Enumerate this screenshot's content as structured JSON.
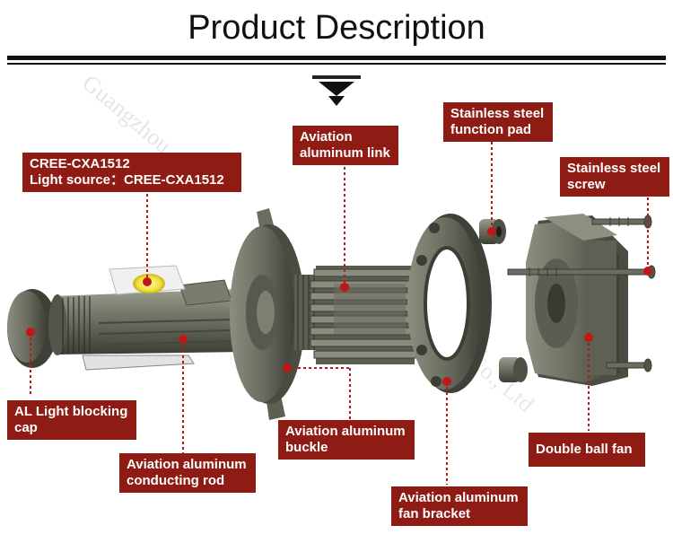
{
  "title": "Product Description",
  "watermark": "Guangzhou ... Technology Co., Ltd",
  "colors": {
    "callout_bg": "#8e1b14",
    "leader": "#b21b1b",
    "metal": "#6f7264",
    "title": "#111111"
  },
  "callouts": {
    "light_source": {
      "line1": "CREE-CXA1512",
      "line2": "Light source：CREE-CXA1512"
    },
    "aluminum_link": {
      "line1": "Aviation",
      "line2": "aluminum link"
    },
    "function_pad": {
      "line1": "Stainless steel",
      "line2": "function pad"
    },
    "steel_screw": {
      "line1": "Stainless steel",
      "line2": "screw"
    },
    "blocking_cap": {
      "line1": "AL Light blocking",
      "line2": "cap"
    },
    "conducting_rod": {
      "line1": "Aviation aluminum",
      "line2": "conducting rod"
    },
    "aluminum_buckle": {
      "line1": "Aviation aluminum",
      "line2": "buckle"
    },
    "double_ball_fan": {
      "line1": "Double ball fan"
    },
    "fan_bracket": {
      "line1": "Aviation aluminum",
      "line2": "fan bracket"
    }
  }
}
